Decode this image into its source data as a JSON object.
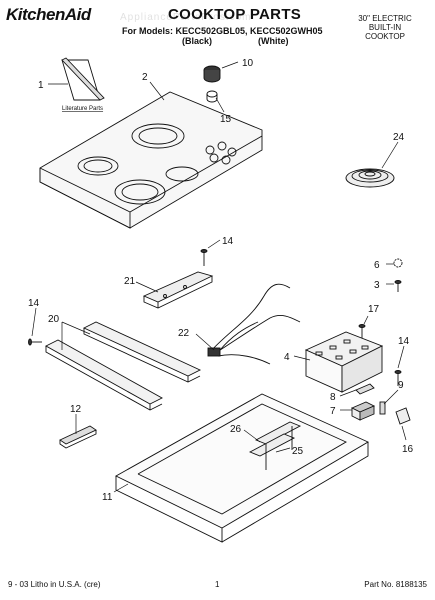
{
  "header": {
    "brand": "KitchenAid",
    "watermark": "AppliancePartsPros.com",
    "title": "COOKTOP PARTS",
    "models_line": "For Models: KECC502GBL05, KECC502GWH05",
    "variant_black": "(Black)",
    "variant_white": "(White)",
    "product": [
      "30\" ELECTRIC",
      "BUILT-IN",
      "COOKTOP"
    ]
  },
  "diagram": {
    "literature_label": "Literature Parts",
    "callouts": [
      "1",
      "2",
      "10",
      "15",
      "24",
      "14",
      "21",
      "6",
      "3",
      "17",
      "22",
      "14",
      "20",
      "4",
      "14",
      "9",
      "8",
      "7",
      "12",
      "26",
      "25",
      "16",
      "11"
    ]
  },
  "footer": {
    "left": "9 - 03 Litho in U.S.A. (cre)",
    "center": "1",
    "right": "Part No. 8188135"
  }
}
